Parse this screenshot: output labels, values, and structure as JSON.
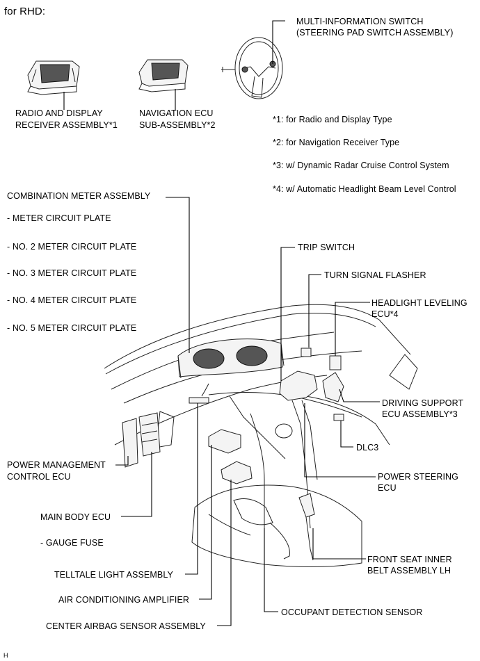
{
  "header": "for RHD:",
  "labels": {
    "multi_info_switch_1": "MULTI-INFORMATION SWITCH",
    "multi_info_switch_2": "(STEERING PAD SWITCH ASSEMBLY)",
    "radio_1": "RADIO AND DISPLAY",
    "radio_2": "RECEIVER ASSEMBLY*1",
    "nav_1": "NAVIGATION ECU",
    "nav_2": "SUB-ASSEMBLY*2",
    "combination_meter": "COMBINATION METER ASSEMBLY",
    "meter_circuit_plate": "- METER CIRCUIT PLATE",
    "no2_meter_plate": "- NO. 2 METER CIRCUIT PLATE",
    "no3_meter_plate": "- NO. 3 METER CIRCUIT PLATE",
    "no4_meter_plate": "- NO. 4 METER CIRCUIT PLATE",
    "no5_meter_plate": "- NO. 5 METER CIRCUIT PLATE",
    "trip_switch": "TRIP SWITCH",
    "turn_signal_flasher": "TURN SIGNAL FLASHER",
    "headlight_leveling_1": "HEADLIGHT LEVELING",
    "headlight_leveling_2": "ECU*4",
    "driving_support_1": "DRIVING SUPPORT",
    "driving_support_2": "ECU ASSEMBLY*3",
    "dlc3": "DLC3",
    "power_management_1": "POWER MANAGEMENT",
    "power_management_2": "CONTROL ECU",
    "power_steering_1": "POWER STEERING",
    "power_steering_2": "ECU",
    "main_body_ecu": "MAIN BODY ECU",
    "gauge_fuse": "- GAUGE FUSE",
    "front_seat_belt_1": "FRONT SEAT INNER",
    "front_seat_belt_2": "BELT ASSEMBLY  LH",
    "telltale_light": "TELLTALE LIGHT ASSEMBLY",
    "air_conditioning": "AIR CONDITIONING AMPLIFIER",
    "occupant_detection": "OCCUPANT DETECTION SENSOR",
    "center_airbag": "CENTER AIRBAG SENSOR ASSEMBLY"
  },
  "notes": {
    "note1": "*1: for Radio and Display Type",
    "note2": "*2: for Navigation Receiver Type",
    "note3": "*3: w/ Dynamic Radar Cruise Control System",
    "note4": "*4: w/ Automatic Headlight Beam Level Control"
  },
  "footer_code": "H"
}
